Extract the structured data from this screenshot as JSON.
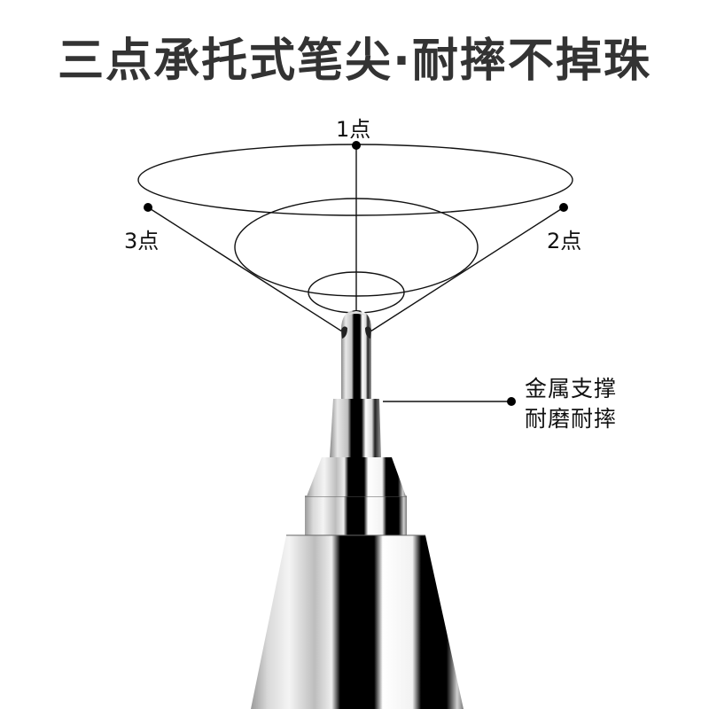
{
  "title": "三点承托式笔尖·耐摔不掉珠",
  "diagram": {
    "point_labels": [
      {
        "id": "point-1",
        "text": "1点"
      },
      {
        "id": "point-2",
        "text": "2点"
      },
      {
        "id": "point-3",
        "text": "3点"
      }
    ],
    "callout": {
      "line1": "金属支撑",
      "line2": "耐磨耐摔"
    }
  },
  "colors": {
    "title": "#333333",
    "line": "#111111",
    "background": "#ffffff"
  }
}
